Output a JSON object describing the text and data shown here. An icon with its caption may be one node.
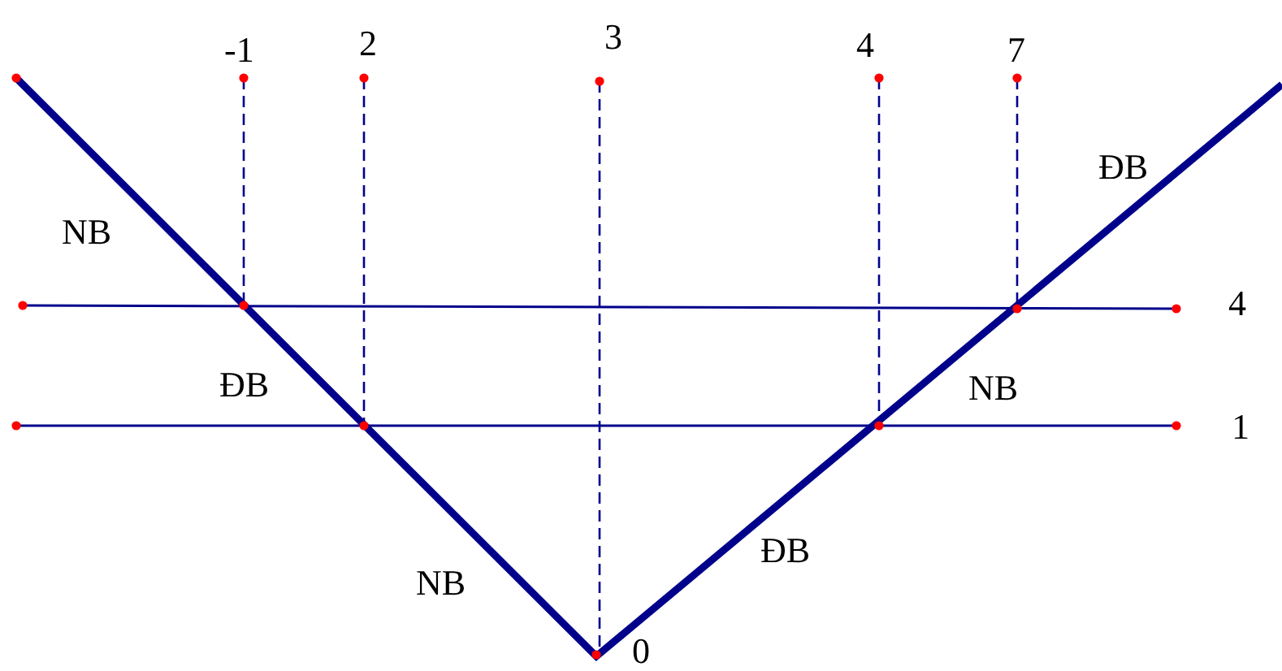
{
  "diagram": {
    "labels": [
      "-1",
      "2",
      "3",
      "4",
      "7",
      "ĐB",
      "NB",
      "4",
      "ĐB",
      "NB",
      "1",
      "ĐB",
      "NB",
      "0"
    ]
  }
}
